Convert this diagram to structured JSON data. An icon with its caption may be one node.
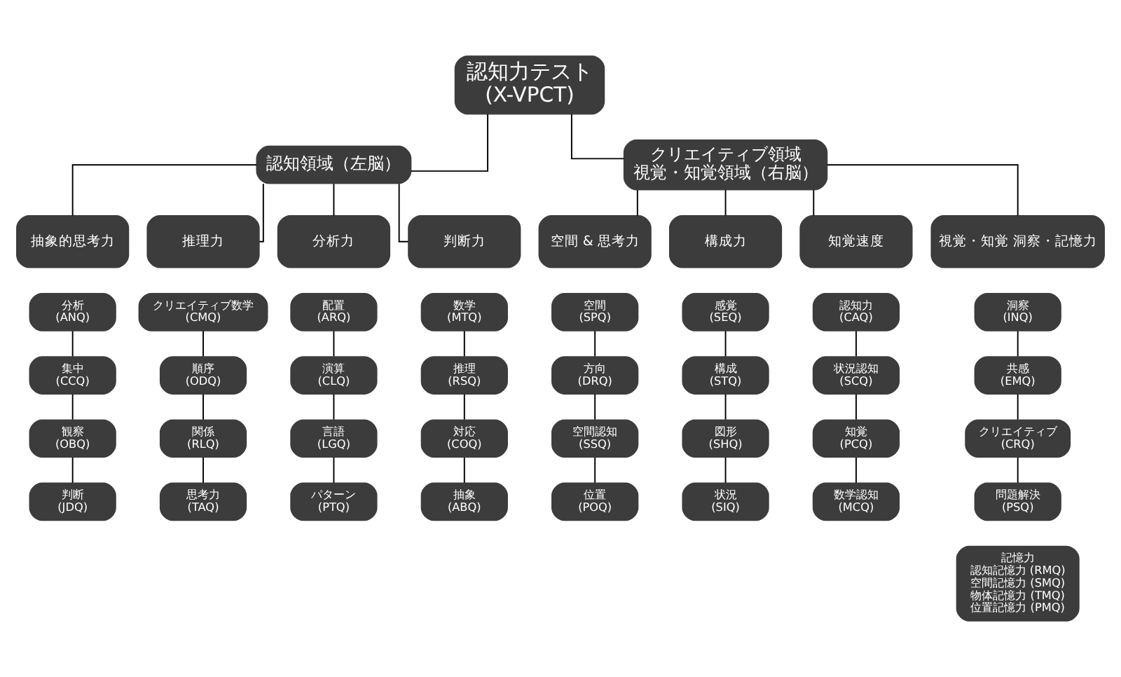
{
  "diagram": {
    "nodes": [
      {
        "text": [
          "認知力テスト",
          "(X-VPCT)"
        ]
      },
      {
        "text": [
          "認知領域（左脳）"
        ]
      },
      {
        "text": [
          "クリエイティブ領域",
          "視覚・知覚領域（右脳）"
        ]
      },
      {
        "text": [
          "抽象的思考力"
        ]
      },
      {
        "text": [
          "推理力"
        ]
      },
      {
        "text": [
          "分析力"
        ]
      },
      {
        "text": [
          "判断力"
        ]
      },
      {
        "text": [
          "空間 & 思考力"
        ]
      },
      {
        "text": [
          "構成力"
        ]
      },
      {
        "text": [
          "知覚速度"
        ]
      },
      {
        "text": [
          "視覚・知覚 洞察・記憶力"
        ]
      },
      {
        "text": [
          "分析",
          "(ANQ)"
        ]
      },
      {
        "text": [
          "集中",
          "(CCQ)"
        ]
      },
      {
        "text": [
          "観察",
          "(OBQ)"
        ]
      },
      {
        "text": [
          "判断",
          "(JDQ)"
        ]
      },
      {
        "text": [
          "クリエイティブ数学",
          "(CMQ)"
        ]
      },
      {
        "text": [
          "順序",
          "(ODQ)"
        ]
      },
      {
        "text": [
          "関係",
          "(RLQ)"
        ]
      },
      {
        "text": [
          "思考力",
          "(TAQ)"
        ]
      },
      {
        "text": [
          "配置",
          "(ARQ)"
        ]
      },
      {
        "text": [
          "演算",
          "(CLQ)"
        ]
      },
      {
        "text": [
          "言語",
          "(LGQ)"
        ]
      },
      {
        "text": [
          "パターン",
          "(PTQ)"
        ]
      },
      {
        "text": [
          "数学",
          "(MTQ)"
        ]
      },
      {
        "text": [
          "推理",
          "(RSQ)"
        ]
      },
      {
        "text": [
          "対応",
          "(COQ)"
        ]
      },
      {
        "text": [
          "抽象",
          "(ABQ)"
        ]
      },
      {
        "text": [
          "空間",
          "(SPQ)"
        ]
      },
      {
        "text": [
          "方向",
          "(DRQ)"
        ]
      },
      {
        "text": [
          "空間認知",
          "(SSQ)"
        ]
      },
      {
        "text": [
          "位置",
          "(POQ)"
        ]
      },
      {
        "text": [
          "感覚",
          "(SEQ)"
        ]
      },
      {
        "text": [
          "構成",
          "(STQ)"
        ]
      },
      {
        "text": [
          "図形",
          "(SHQ)"
        ]
      },
      {
        "text": [
          "状況",
          "(SIQ)"
        ]
      },
      {
        "text": [
          "認知力",
          "(CAQ)"
        ]
      },
      {
        "text": [
          "状況認知",
          "(SCQ)"
        ]
      },
      {
        "text": [
          "知覚",
          "(PCQ)"
        ]
      },
      {
        "text": [
          "数学認知",
          "(MCQ)"
        ]
      },
      {
        "text": [
          "洞察",
          "(INQ)"
        ]
      },
      {
        "text": [
          "共感",
          "(EMQ)"
        ]
      },
      {
        "text": [
          "クリエイティブ",
          "(CRQ)"
        ]
      },
      {
        "text": [
          "問題解決",
          "(PSQ)"
        ]
      },
      {
        "text": [
          "記憶力",
          "認知記憶力 (RMQ)",
          "空間記憶力 (SMQ)",
          "物体記憶力 (TMQ)",
          "位置記憶力 (PMQ)"
        ]
      }
    ],
    "edges": [
      {
        "from": 0,
        "to": 1,
        "arrow": "none"
      },
      {
        "from": 0,
        "to": 2,
        "arrow": "none"
      },
      {
        "from": 1,
        "to": 3,
        "arrow": "none"
      },
      {
        "from": 1,
        "to": 4,
        "arrow": "none"
      },
      {
        "from": 1,
        "to": 5,
        "arrow": "none"
      },
      {
        "from": 1,
        "to": 6,
        "arrow": "none"
      },
      {
        "from": 2,
        "to": 7,
        "arrow": "none"
      },
      {
        "from": 2,
        "to": 8,
        "arrow": "none"
      },
      {
        "from": 2,
        "to": 9,
        "arrow": "none"
      },
      {
        "from": 2,
        "to": 10,
        "arrow": "none"
      },
      {
        "from": 11,
        "to": 12,
        "arrow": "none"
      },
      {
        "from": 12,
        "to": 13,
        "arrow": "none"
      },
      {
        "from": 13,
        "to": 14,
        "arrow": "none"
      },
      {
        "from": 15,
        "to": 16,
        "arrow": "none"
      },
      {
        "from": 16,
        "to": 17,
        "arrow": "none"
      },
      {
        "from": 17,
        "to": 18,
        "arrow": "none"
      },
      {
        "from": 19,
        "to": 20,
        "arrow": "none"
      },
      {
        "from": 20,
        "to": 21,
        "arrow": "none"
      },
      {
        "from": 21,
        "to": 22,
        "arrow": "none"
      },
      {
        "from": 23,
        "to": 24,
        "arrow": "none"
      },
      {
        "from": 24,
        "to": 25,
        "arrow": "none"
      },
      {
        "from": 25,
        "to": 26,
        "arrow": "none"
      },
      {
        "from": 27,
        "to": 28,
        "arrow": "none"
      },
      {
        "from": 28,
        "to": 29,
        "arrow": "none"
      },
      {
        "from": 29,
        "to": 30,
        "arrow": "none"
      },
      {
        "from": 31,
        "to": 32,
        "arrow": "none"
      },
      {
        "from": 32,
        "to": 33,
        "arrow": "none"
      },
      {
        "from": 33,
        "to": 34,
        "arrow": "none"
      },
      {
        "from": 35,
        "to": 36,
        "arrow": "none"
      },
      {
        "from": 36,
        "to": 37,
        "arrow": "none"
      },
      {
        "from": 37,
        "to": 38,
        "arrow": "none"
      },
      {
        "from": 39,
        "to": 40,
        "arrow": "none"
      },
      {
        "from": 40,
        "to": 41,
        "arrow": "none"
      },
      {
        "from": 41,
        "to": 42,
        "arrow": "none"
      }
    ]
  }
}
